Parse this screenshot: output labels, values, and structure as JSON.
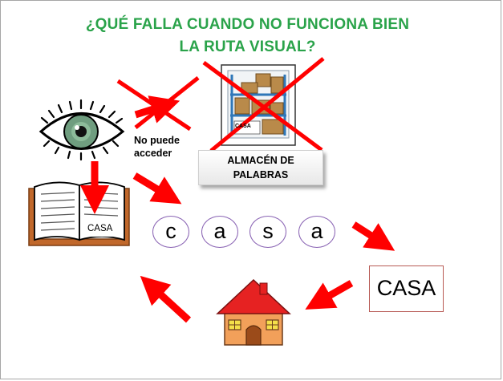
{
  "title_line1": "¿QUÉ FALLA CUANDO NO FUNCIONA BIEN",
  "title_line2": "LA RUTA VISUAL?",
  "no_access_label": "No puede\nacceder",
  "warehouse_label_line1": "ALMACÉN DE",
  "warehouse_label_line2": "PALABRAS",
  "warehouse_box_word": "CASA",
  "book_word": "CASA",
  "letters": [
    "c",
    "a",
    "s",
    "a"
  ],
  "word_box": "CASA",
  "colors": {
    "title": "#2aa34a",
    "arrow": "#ff0000",
    "letter_border": "#8a64b4",
    "word_box_border": "#b85a55"
  },
  "icons": [
    "eye-icon",
    "book-icon",
    "warehouse-shelf-icon",
    "house-icon",
    "cross-out-mark"
  ]
}
